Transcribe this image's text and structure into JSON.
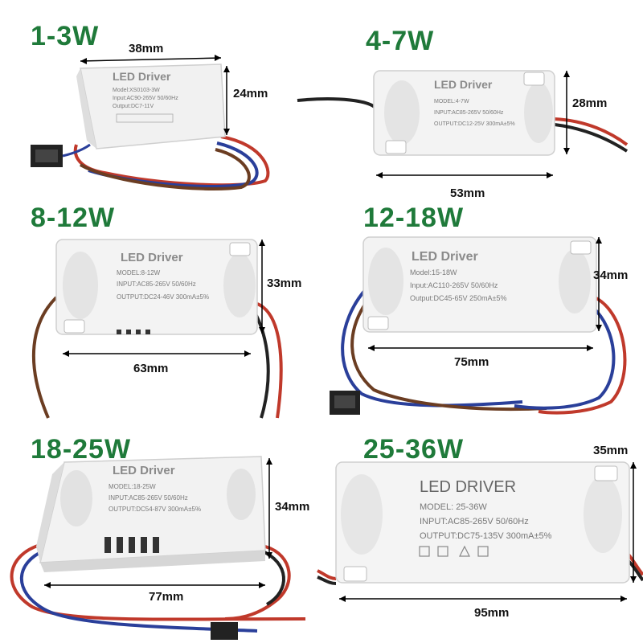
{
  "products": [
    {
      "watt": "1-3W",
      "width": "38mm",
      "height": "24mm",
      "brand": "LED Driver",
      "model": "Model:XS0103-3W",
      "input": "Input:AC90-265V 50/60Hz",
      "output": "Output:DC7-11V"
    },
    {
      "watt": "4-7W",
      "width": "53mm",
      "height": "28mm",
      "brand": "LED Driver",
      "model": "MODEL:4-7W",
      "input": "INPUT:AC85-265V 50/60Hz",
      "output": "OUTPUT:DC12-25V 300mA±5%"
    },
    {
      "watt": "8-12W",
      "width": "63mm",
      "height": "33mm",
      "brand": "LED Driver",
      "model": "MODEL:8-12W",
      "input": "INPUT:AC85-265V 50/60Hz",
      "output": "OUTPUT:DC24-46V 300mA±5%"
    },
    {
      "watt": "12-18W",
      "width": "75mm",
      "height": "34mm",
      "brand": "LED Driver",
      "model": "Model:15-18W",
      "input": "Input:AC110-265V 50/60Hz",
      "output": "Output:DC45-65V 250mA±5%"
    },
    {
      "watt": "18-25W",
      "width": "77mm",
      "height": "34mm",
      "brand": "LED Driver",
      "model": "MODEL:18-25W",
      "input": "INPUT:AC85-265V 50/60Hz",
      "output": "OUTPUT:DC54-87V 300mA±5%"
    },
    {
      "watt": "25-36W",
      "width": "95mm",
      "height": "35mm",
      "brand": "LED DRIVER",
      "model": "MODEL: 25-36W",
      "input": "INPUT:AC85-265V 50/60Hz",
      "output": "OUTPUT:DC75-135V 300mA±5%"
    }
  ],
  "colors": {
    "title_green": "#1f7a3a",
    "wire_red": "#c0392b",
    "wire_blue": "#2a3f9a",
    "wire_brown": "#6b3d22",
    "case": "#f2f2f2"
  }
}
